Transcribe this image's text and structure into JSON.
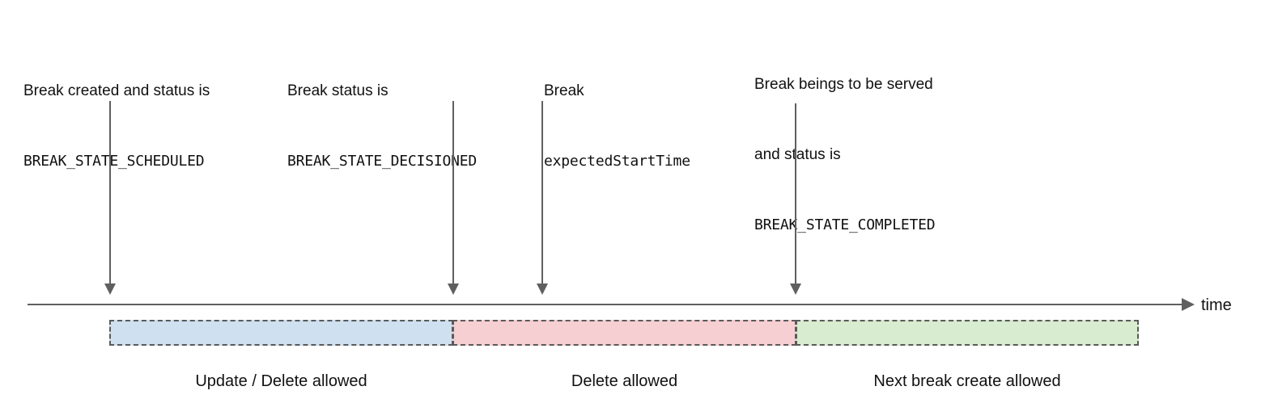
{
  "diagram": {
    "title": "Break lifecycle timeline",
    "axis": {
      "label": "time",
      "arrow_direction": "right"
    },
    "colors": {
      "blue": "#cfe0f0",
      "pink": "#f6cfd2",
      "green": "#d8ecd0",
      "border": "#5a5a5a",
      "arrow": "#5f5f5f",
      "text": "#111111"
    },
    "events": [
      {
        "id": "created",
        "lines": [
          "Break created and status is",
          "BREAK_STATE_SCHEDULED"
        ],
        "mono_lines": [
          false,
          true
        ]
      },
      {
        "id": "decisioned",
        "lines": [
          "Break status is",
          "BREAK_STATE_DECISIONED"
        ],
        "mono_lines": [
          false,
          true
        ]
      },
      {
        "id": "expected-start",
        "lines": [
          "Break",
          "expectedStartTime"
        ],
        "mono_lines": [
          false,
          true
        ]
      },
      {
        "id": "completed",
        "lines": [
          "Break beings to be served",
          "and status is",
          "BREAK_STATE_COMPLETED"
        ],
        "mono_lines": [
          false,
          false,
          true
        ]
      }
    ],
    "phases": [
      {
        "id": "update-delete",
        "caption": "Update / Delete allowed",
        "color": "#cfe0f0"
      },
      {
        "id": "delete",
        "caption": "Delete allowed",
        "color": "#f6cfd2"
      },
      {
        "id": "next-create",
        "caption": "Next break create allowed",
        "color": "#d8ecd0"
      }
    ]
  }
}
